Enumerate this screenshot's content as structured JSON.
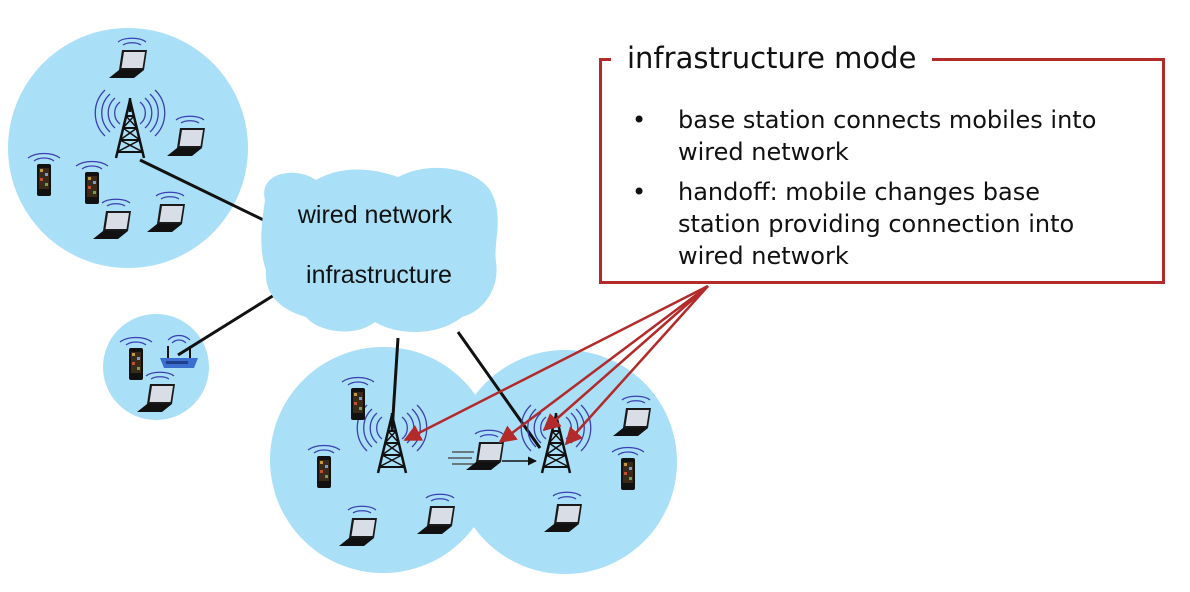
{
  "cloud": {
    "line1": "wired network",
    "line2": "infrastructure"
  },
  "callout": {
    "title": "infrastructure mode",
    "bullets": [
      {
        "symbol": "•",
        "text": "base station connects mobiles into wired network"
      },
      {
        "symbol": "•",
        "text": "handoff: mobile changes base station providing connection into wired network"
      }
    ]
  },
  "colors": {
    "cell": "#a9dff7",
    "cloud": "#a9dff7",
    "callout_border": "#b22a2a",
    "arrow": "#b22a2a",
    "tower": "#111111",
    "signal_waves": "#3b3fb0",
    "router": "#3a6fcf"
  },
  "icons": [
    "base-station-tower-icon",
    "laptop-icon",
    "smartphone-icon",
    "wireless-router-icon",
    "motion-lines-icon"
  ]
}
